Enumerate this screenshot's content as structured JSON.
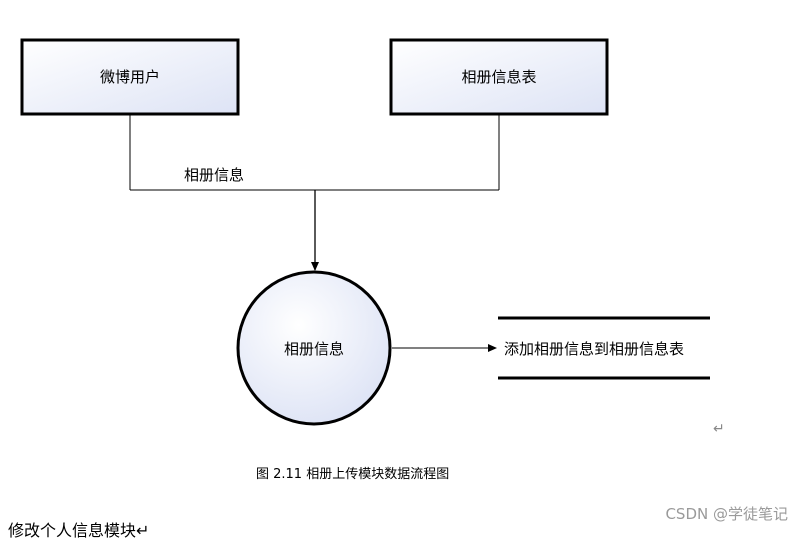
{
  "diagram": {
    "entities": [
      {
        "id": "weibo-user",
        "label": "微博用户"
      },
      {
        "id": "album-info-table",
        "label": "相册信息表"
      }
    ],
    "flow_label": "相册信息",
    "process": {
      "label": "相册信息"
    },
    "output_flow": {
      "label": "添加相册信息到相册信息表"
    }
  },
  "caption": "图 2.11  相册上传模块数据流程图",
  "return_mark": "↵",
  "next_heading": "修改个人信息模块↵",
  "watermark": "CSDN @学徒笔记"
}
